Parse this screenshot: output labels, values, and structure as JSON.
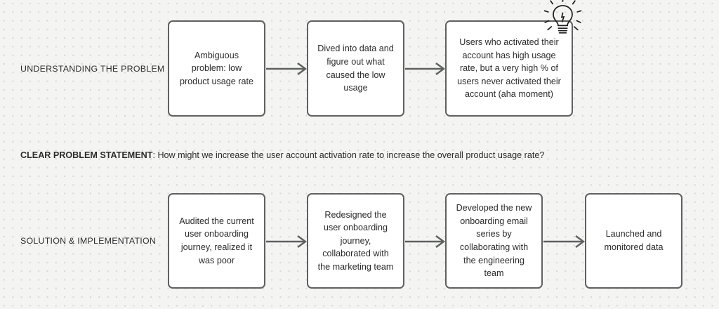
{
  "canvas": {
    "background_color": "#f4f4f3",
    "dot_color": "#d6d6d6",
    "node_border_color": "#5f6060",
    "node_fill_color": "#ffffff",
    "text_color": "#2b2b2b"
  },
  "rows": [
    {
      "label": "UNDERSTANDING THE PROBLEM",
      "nodes": [
        {
          "text": "Ambiguous problem: low product usage rate"
        },
        {
          "text": "Dived into data and figure out what caused the low usage"
        },
        {
          "text": "Users who activated their account has high usage rate, but a very high % of users never activated their account (aha moment)"
        }
      ]
    },
    {
      "label": "SOLUTION & IMPLEMENTATION",
      "nodes": [
        {
          "text": "Audited the current user onboarding journey, realized it was poor"
        },
        {
          "text": "Redesigned the user onboarding journey, collaborated with the marketing team"
        },
        {
          "text": "Developed the new onboarding email series by collaborating with the engineering team"
        },
        {
          "text": "Launched and monitored data"
        }
      ]
    }
  ],
  "problem_statement": {
    "label": "CLEAR PROBLEM STATEMENT",
    "separator": ": ",
    "text": "How might we increase the user account activation rate to increase the overall product usage rate?"
  },
  "icons": {
    "lightbulb": "lightbulb-icon"
  }
}
